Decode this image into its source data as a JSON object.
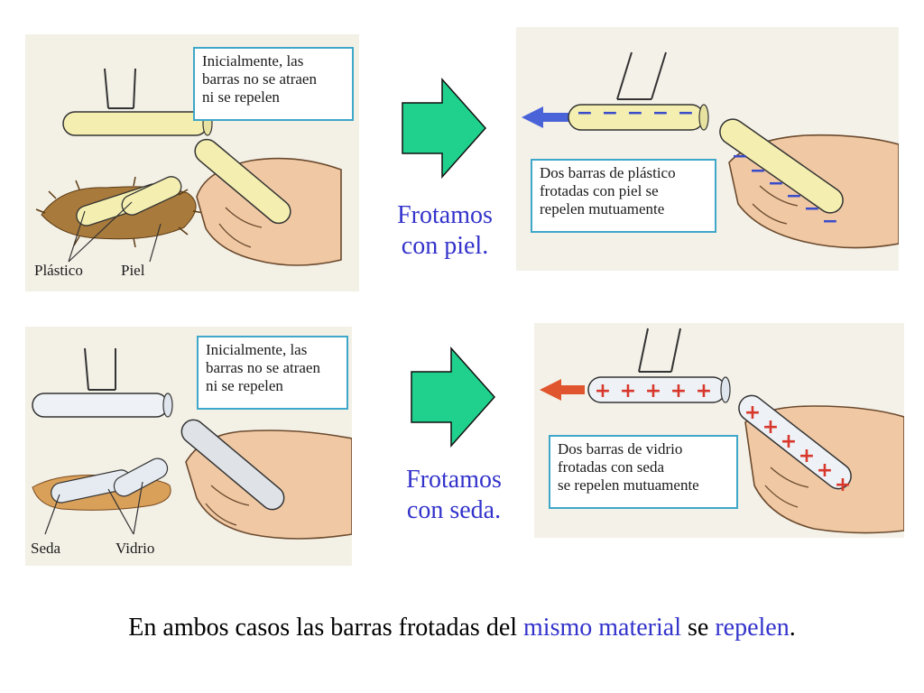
{
  "colors": {
    "accent_blue": "#3333cc",
    "big_arrow_fill": "#1fd18c",
    "text_box_border": "#3fa7c9",
    "negative_charge": "#3a4cc9",
    "positive_charge": "#d8382c",
    "repel_arrow_top": "#4a63d8",
    "repel_arrow_bottom": "#e0552e"
  },
  "top_row": {
    "initial_box": [
      "Inicialmente, las",
      "barras no se atraen",
      "ni se repelen"
    ],
    "labels": {
      "material_a": "Plástico",
      "material_b": "Piel"
    },
    "action": [
      "Frotamos",
      "con piel."
    ],
    "result_box": [
      "Dos barras de plástico",
      "frotadas con piel se",
      "repelen mutuamente"
    ],
    "charge_symbol": "−"
  },
  "bottom_row": {
    "initial_box": [
      "Inicialmente, las",
      "barras no se atraen",
      "ni se repelen"
    ],
    "labels": {
      "material_a": "Seda",
      "material_b": "Vidrio"
    },
    "action": [
      "Frotamos",
      "con seda."
    ],
    "result_box": [
      "Dos barras de vidrio",
      "frotadas con seda",
      "se repelen mutuamente"
    ],
    "charge_symbol": "+"
  },
  "caption": {
    "part1": "En ambos casos las barras frotadas del ",
    "highlight1": "mismo material",
    "part2": " se ",
    "highlight2": "repelen",
    "part3": "."
  }
}
